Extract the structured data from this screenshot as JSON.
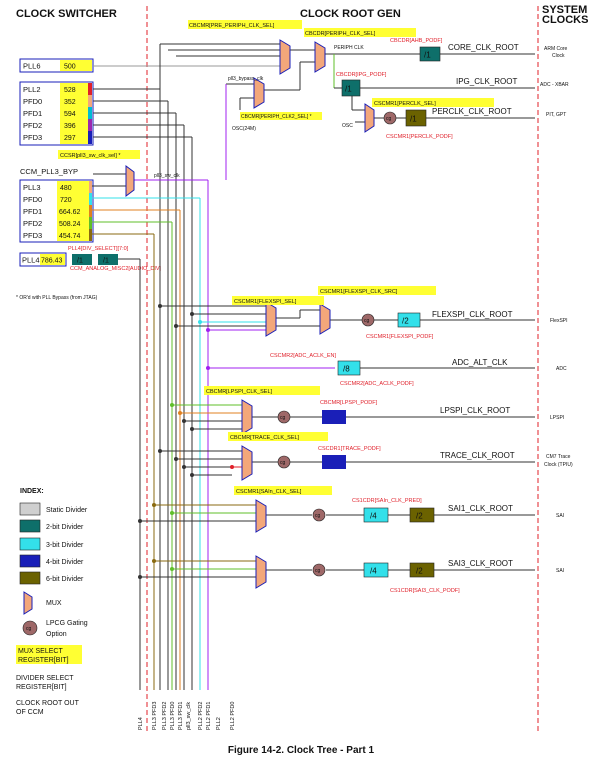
{
  "headers": {
    "switcher": "CLOCK SWITCHER",
    "root_gen": "CLOCK ROOT GEN",
    "system": "SYSTEM",
    "clocks": "CLOCKS"
  },
  "pll6": {
    "name": "PLL6",
    "value": "500"
  },
  "pll2_group": {
    "names": [
      "PLL2",
      "PFD0",
      "PFD1",
      "PFD2",
      "PFD3"
    ],
    "values": [
      "528",
      "352",
      "594",
      "396",
      "297"
    ]
  },
  "pll3_group": {
    "names": [
      "PLL3",
      "PFD0",
      "PFD1",
      "PFD2",
      "PFD3"
    ],
    "values": [
      "480",
      "720",
      "664.62",
      "508.24",
      "454.74"
    ]
  },
  "pll4": {
    "name": "PLL4",
    "value": "786.43",
    "div1": "/1",
    "div2": "/1"
  },
  "ccm_pll3_byp": "CCM_PLL3_BYP",
  "ccsr_label": "CCSR[pll3_sw_clk_sel] *",
  "pll3_sw_clk": "pll3_sw_clk",
  "pll3_bypass_clk": "pll3_bypass_clk",
  "osc24m": "OSC(24M)",
  "osc": "OSC",
  "pll4_regs": {
    "top": "PLL4[DIV_SELECT][7:0]",
    "bottom": "CCM_ANALOG_MISC2[AUDIO_DIV]"
  },
  "footnote": "* OR'd with PLL Bypass (from JTAG)",
  "registers": {
    "pre_periph": "CBCMR[PRE_PERIPH_CLK_SEL]",
    "cbcdr_periph": "CBCDR[PERIPH_CLK_SEL]",
    "ahb_podf": "CBCDR[AHB_PODF]",
    "periph_clk": "PERIPH CLK",
    "periph_clk2": "CBCMR[PERIPH_CLK2_SEL] *",
    "ipg_podf": "CBCDR[IPG_PODF]",
    "perclk_sel": "CSCMR1[PERCLK_SEL]",
    "perclk_podf": "CSCMR1[PERCLK_PODF]",
    "flexspi_sel": "CSCMR1[FLEXSPI_SEL]",
    "flexspi_src": "CSCMR1[FLEXSPI_CLK_SRC]",
    "flexspi_podf": "CSCMR1[FLEXSPI_PODF]",
    "adc_en": "CSCMR2[ADC_ACLK_EN]",
    "adc_podf": "CSCMR2[ADC_ACLK_PODF]",
    "lpspi_sel": "CBCMR[LPSPI_CLK_SEL]",
    "lpspi_podf": "CBCMR[LPSPI_PODF]",
    "trace_sel": "CBCMR[TRACE_CLK_SEL]",
    "trace_podf": "CSCDR1[TRACE_PODF]",
    "sai_sel": "CSCMR1[SAIn_CLK_SEL]",
    "sai_pred": "CS1CDR[SAIn_CLK_PRED]",
    "sai3_podf": "CS1CDR[SAI3_CLK_PODF]"
  },
  "outputs": {
    "core": "CORE_CLK_ROOT",
    "ipg": "IPG_CLK_ROOT",
    "perclk": "PERCLK_CLK_ROOT",
    "flexspi": "FLEXSPI_CLK_ROOT",
    "adc": "ADC_ALT_CLK",
    "lpspi": "LPSPI_CLK_ROOT",
    "trace": "TRACE_CLK_ROOT",
    "sai1": "SAI1_CLK_ROOT",
    "sai3": "SAI3_CLK_ROOT"
  },
  "dividers": {
    "core": "/1",
    "ipg": "/1",
    "perclk": "/1",
    "flexspi": "/2",
    "adc": "/8",
    "sai1_pred": "/4",
    "sai1_podf": "/2",
    "sai3_pred": "/4",
    "sai3_podf": "/2"
  },
  "gate_label": "cg",
  "system": {
    "core1": "ARM Core",
    "core2": "Clock",
    "ipg": "ADC - XBAR",
    "perclk": "PIT, GPT",
    "flexspi": "FlexSPI",
    "adc": "ADC",
    "lpspi": "LPSPI",
    "trace1": "CM7 Trace",
    "trace2": "Clock (TPIU)",
    "sai1": "SAI",
    "sai3": "SAI"
  },
  "index": {
    "title": "INDEX:",
    "items": [
      "Static Divider",
      "2-bit Divider",
      "3-bit Divider",
      "4-bit Divider",
      "6-bit Divider",
      "MUX",
      "LPCG Gating",
      "Option"
    ],
    "mux_sel": [
      "MUX SELECT",
      "REGISTER[BIT]"
    ],
    "div_sel": [
      "DIVIDER SELECT",
      "REGISTER[BIT]"
    ],
    "root_out": [
      "CLOCK ROOT OUT",
      "OF CCM"
    ]
  },
  "bottom_labels": [
    "PLL4",
    "PLL3 PFD3",
    "PLL3 PFD2",
    "PLL3 PFD0",
    "PLL3 PFD1",
    "pll3_sw_clk",
    "PLL2 PFD2",
    "PLL2 PFD1",
    "PLL2",
    "PLL2 PFD0"
  ],
  "caption": "Figure 14-2. Clock Tree - Part 1",
  "colors": {
    "teal": "#0e6f6a",
    "cyan": "#33e0ea",
    "blue": "#1a1fb8",
    "olive": "#6b6200",
    "gray": "#cfcfcf",
    "mux": "#f3a77a",
    "highlight": "#ffff33",
    "red": "#e0202a"
  }
}
